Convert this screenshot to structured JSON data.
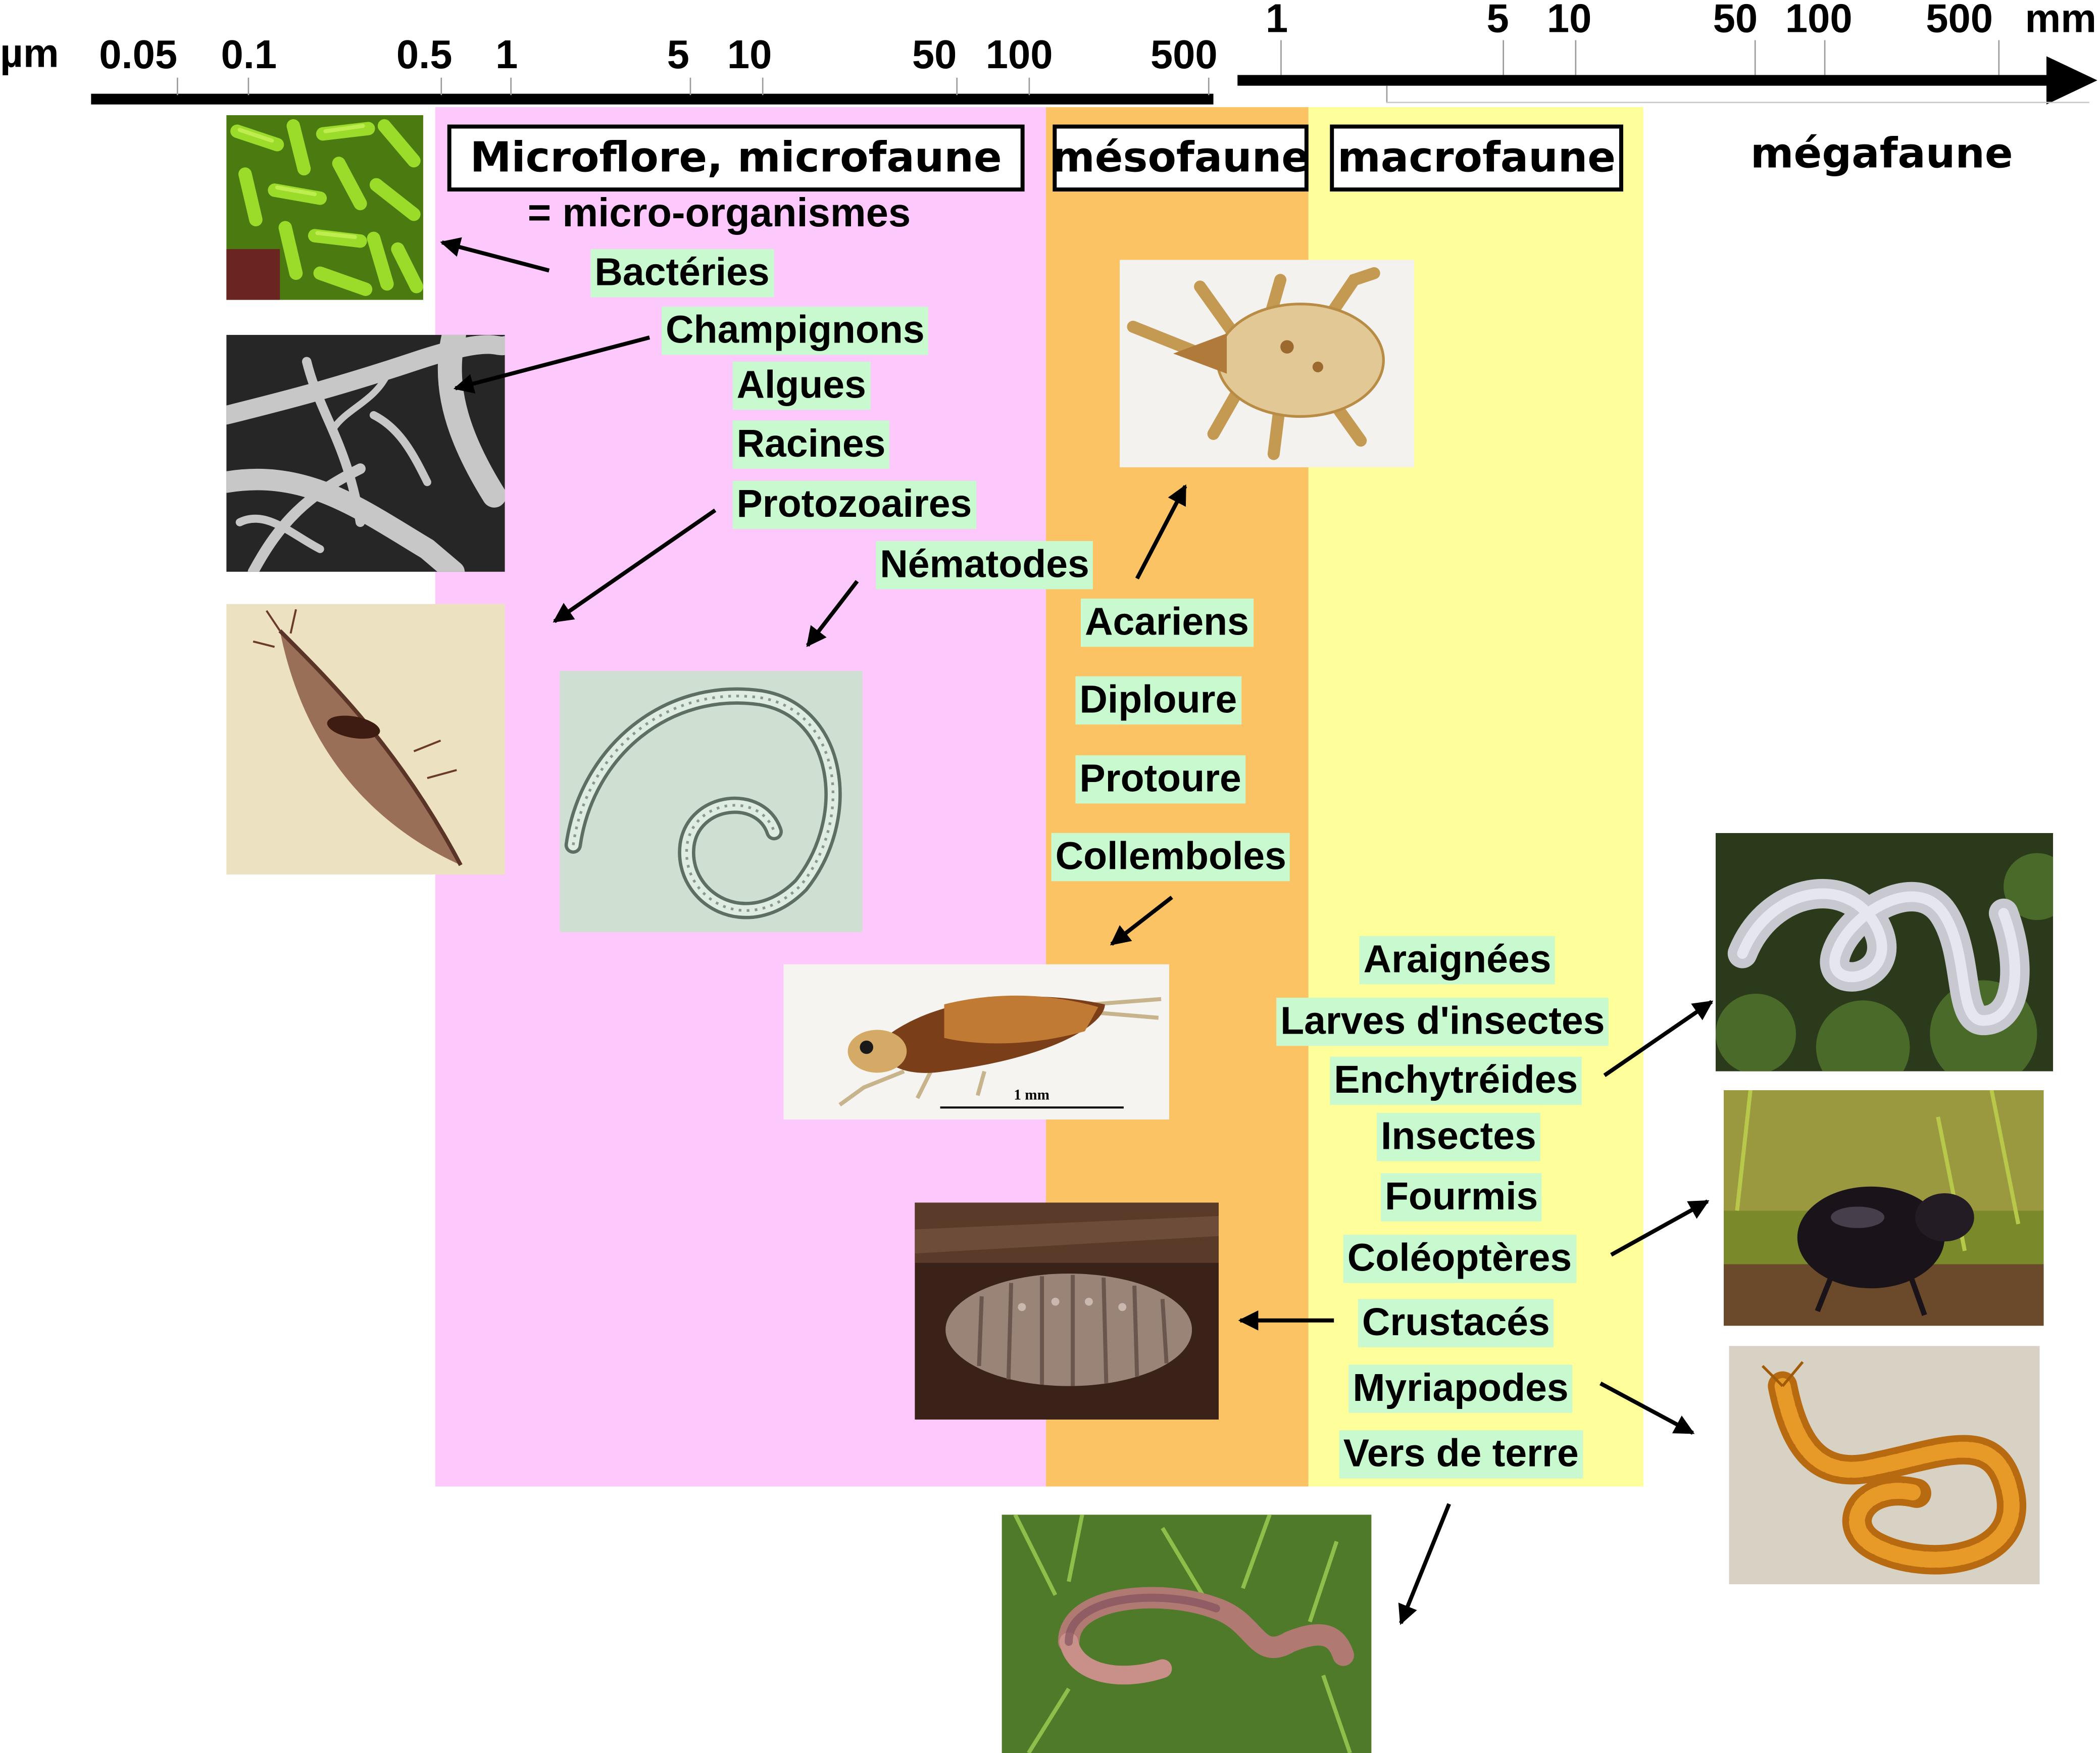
{
  "scale": {
    "unit_micro": "µm",
    "micro_ticks": [
      "0.05",
      "0.1",
      "0.5",
      "1",
      "5",
      "10",
      "50",
      "100",
      "500"
    ],
    "unit_milli": "mm",
    "milli_ticks": [
      "1",
      "5",
      "10",
      "50",
      "100",
      "500"
    ]
  },
  "groups": {
    "micro_title": "Microflore, microfaune",
    "micro_subtitle": "= micro-organismes",
    "meso_title": "mésofaune",
    "macro_title": "macrofaune",
    "mega_title": "mégafaune"
  },
  "organisms": {
    "bacteries": "Bactéries",
    "champignons": "Champignons",
    "algues": "Algues",
    "racines": "Racines",
    "protozoaires": "Protozoaires",
    "nematodes": "Nématodes",
    "acariens": "Acariens",
    "diploure": "Diploure",
    "protoure": "Protoure",
    "collemboles": "Collemboles",
    "araignees": "Araignées",
    "larves": "Larves d'insectes",
    "enchytreides": "Enchytréides",
    "insectes": "Insectes",
    "fourmis": "Fourmis",
    "coleopteres": "Coléoptères",
    "crustaces": "Crustacés",
    "myriapodes": "Myriapodes",
    "vers": "Vers de terre"
  },
  "photos": {
    "springtail_scale": "1 mm"
  },
  "colors": {
    "micro_zone": "#fdc8fb",
    "meso_zone": "#fcc364",
    "macro_zone": "#fefe9a",
    "label_highlight": "#c9f9cf"
  }
}
